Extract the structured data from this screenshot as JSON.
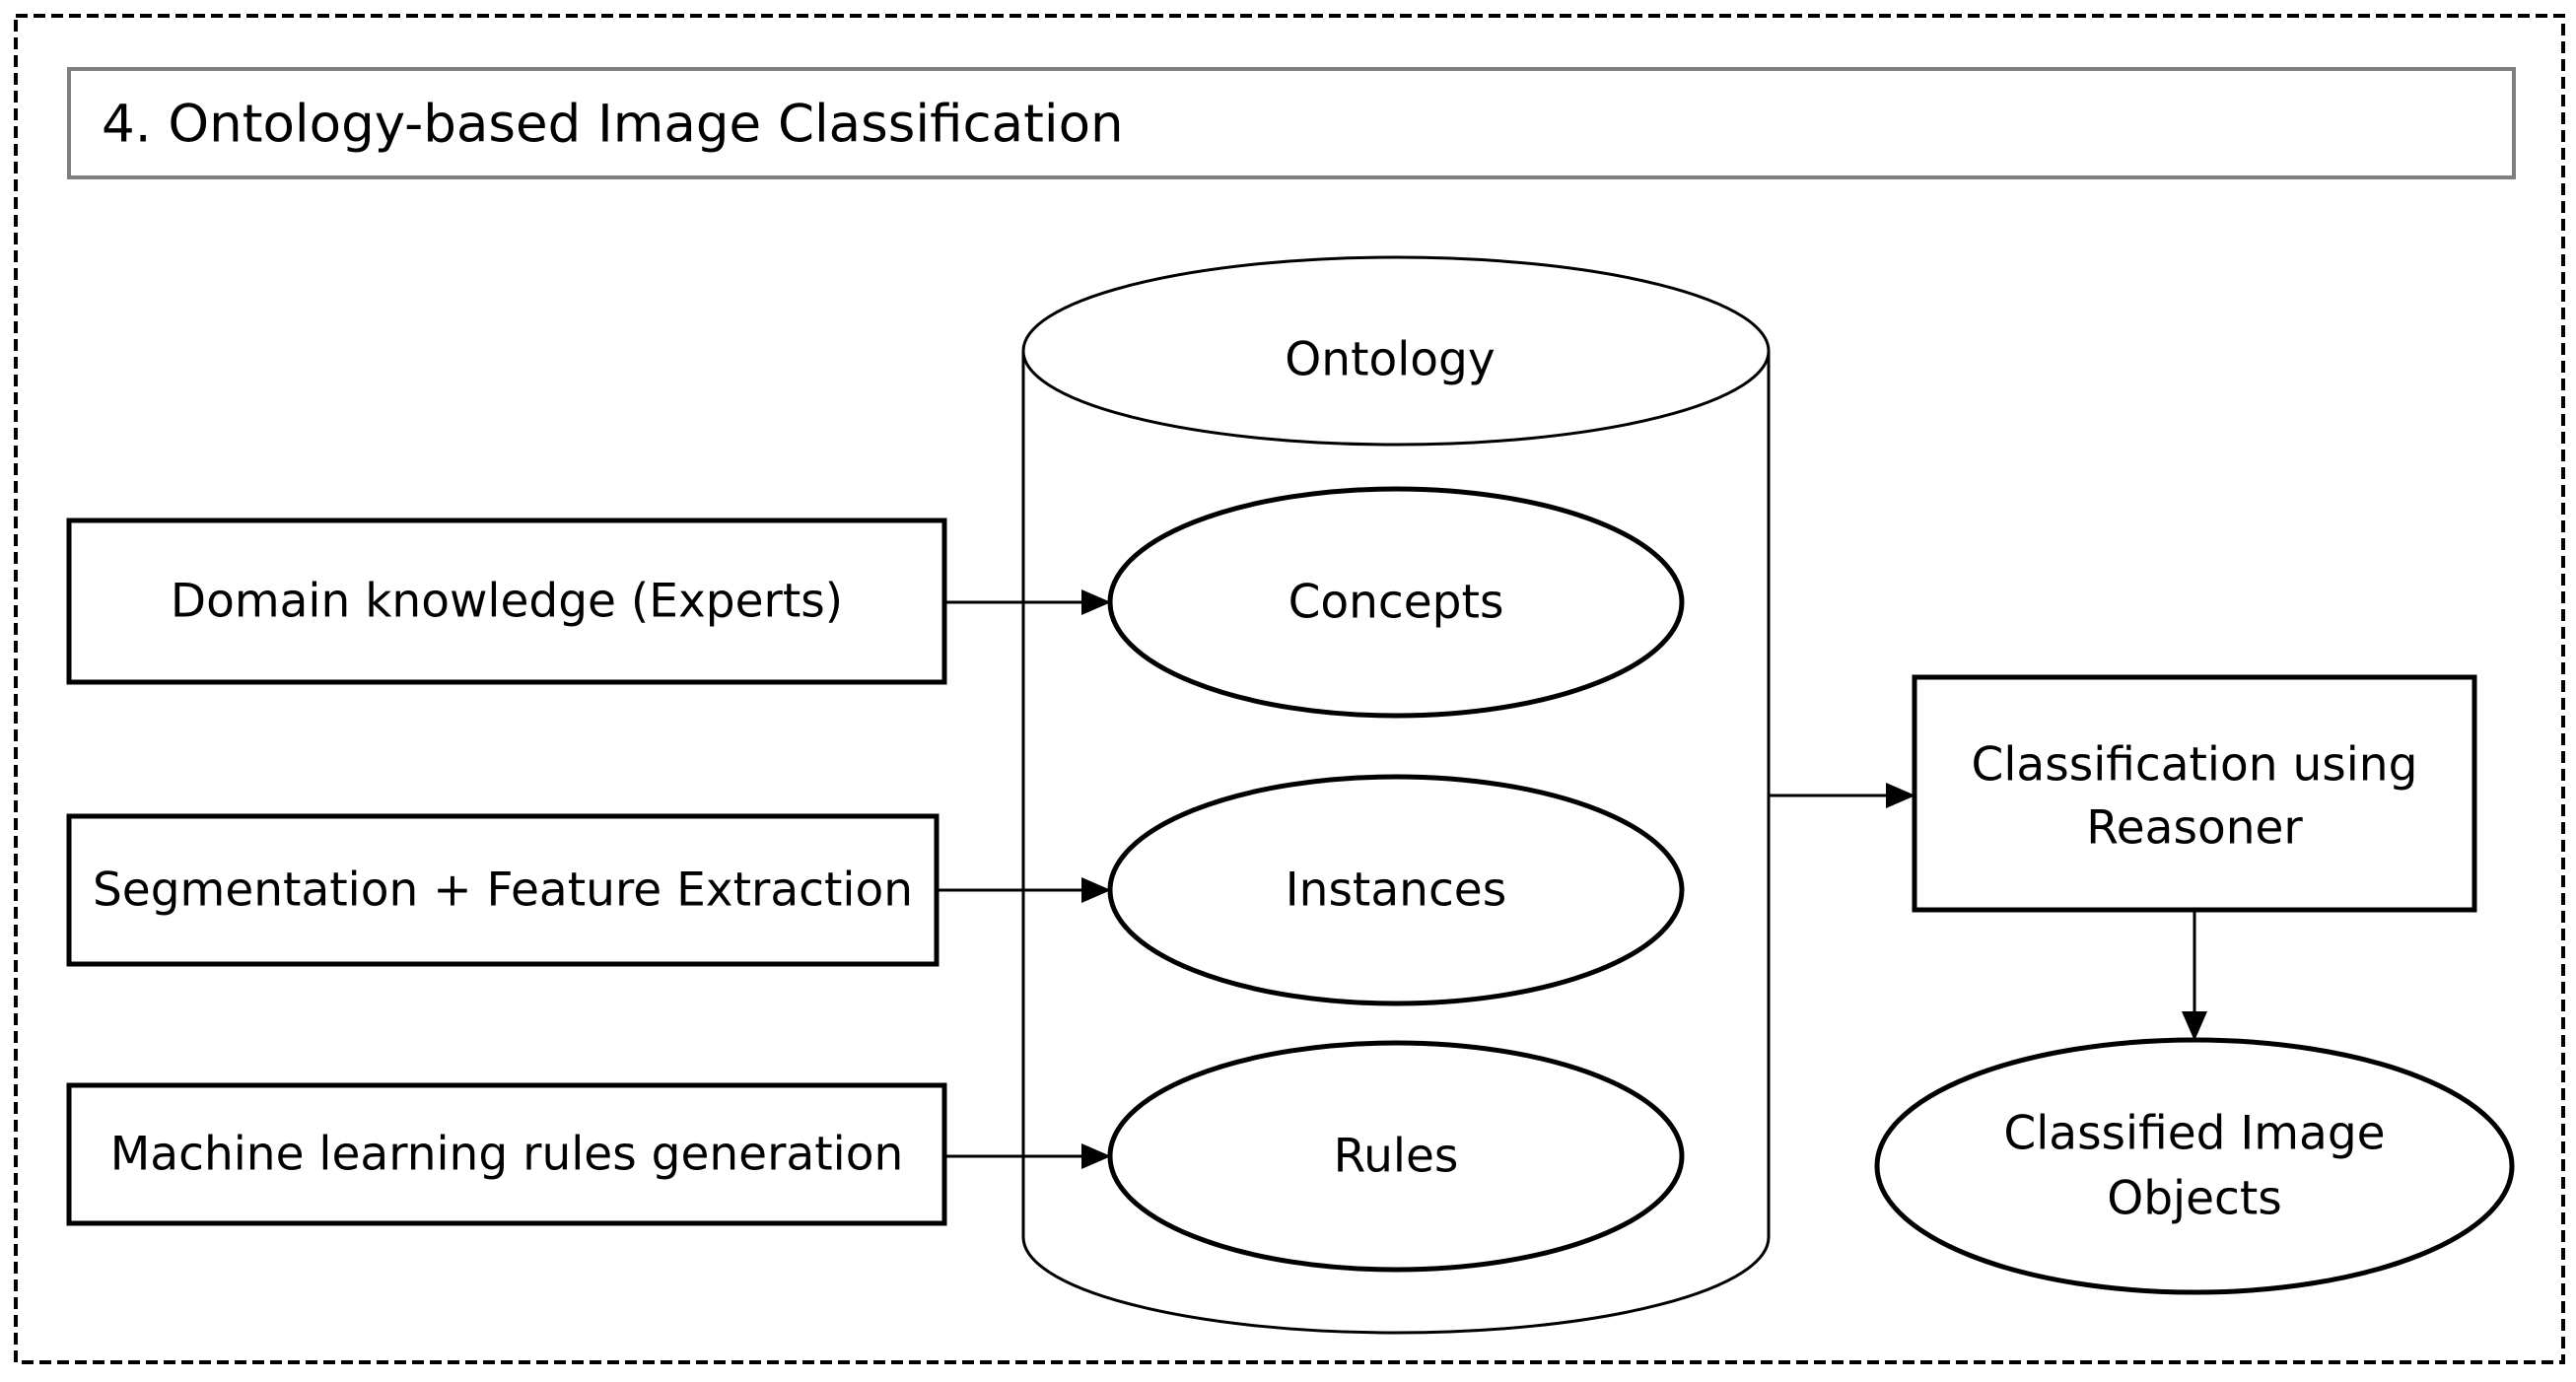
{
  "title": "4. Ontology-based Image Classification",
  "ontology": {
    "label": "Ontology",
    "items": [
      "Concepts",
      "Instances",
      "Rules"
    ]
  },
  "inputs": [
    "Domain knowledge (Experts)",
    "Segmentation + Feature Extraction",
    "Machine learning rules generation"
  ],
  "classifier": {
    "line1": "Classification using",
    "line2": "Reasoner"
  },
  "output": {
    "line1": "Classified Image",
    "line2": "Objects"
  },
  "colors": {
    "stroke": "#000000",
    "title_border": "#7f7f7f",
    "background": "#ffffff"
  }
}
